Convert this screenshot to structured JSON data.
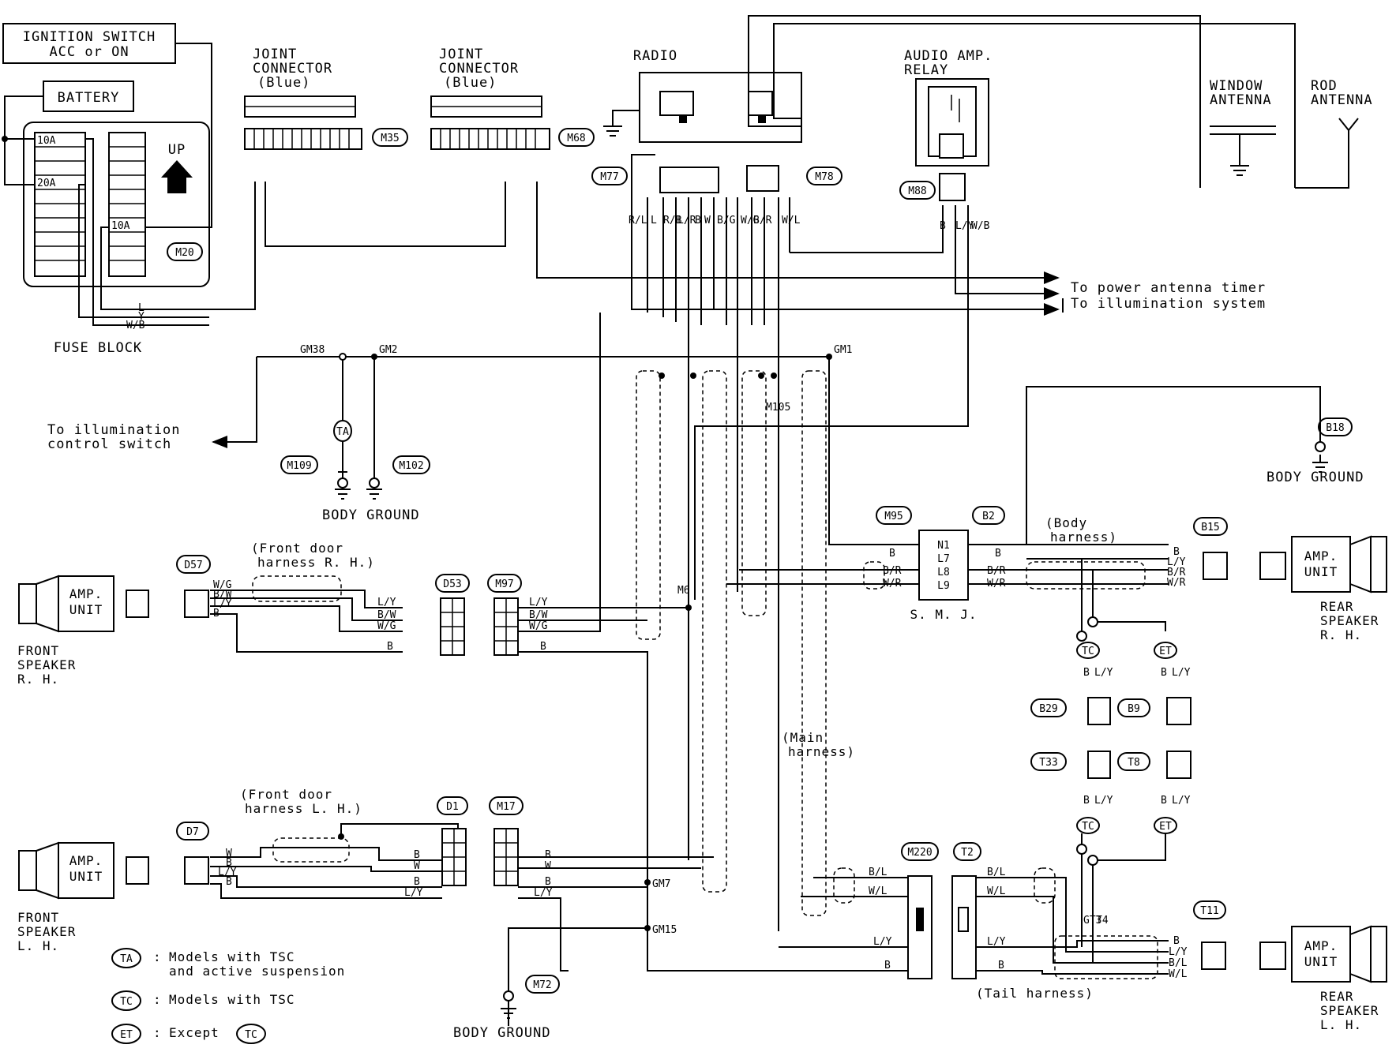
{
  "components": {
    "ignition_switch": [
      "IGNITION SWITCH",
      "ACC or ON"
    ],
    "battery": "BATTERY",
    "fuse_block": "FUSE BLOCK",
    "fuse_10a_1": "10A",
    "fuse_20a": "20A",
    "fuse_10a_2": "10A",
    "up_label": "UP",
    "joint_connector_1": [
      "JOINT",
      "CONNECTOR",
      "(Blue)"
    ],
    "joint_connector_2": [
      "JOINT",
      "CONNECTOR",
      "(Blue)"
    ],
    "radio": "RADIO",
    "audio_amp_relay": [
      "AUDIO AMP.",
      "RELAY"
    ],
    "window_antenna": [
      "WINDOW",
      "ANTENNA"
    ],
    "rod_antenna": [
      "ROD",
      "ANTENNA"
    ],
    "smj": "S. M. J.",
    "front_speaker_rh": [
      "FRONT",
      "SPEAKER",
      "R. H."
    ],
    "front_speaker_lh": [
      "FRONT",
      "SPEAKER",
      "L. H."
    ],
    "rear_speaker_rh": [
      "REAR",
      "SPEAKER",
      "R. H."
    ],
    "rear_speaker_lh": [
      "REAR",
      "SPEAKER",
      "L. H."
    ],
    "amp_unit": [
      "AMP.",
      "UNIT"
    ],
    "body_ground": "BODY GROUND"
  },
  "connectors": {
    "m20": "M20",
    "m35": "M35",
    "m68": "M68",
    "m77": "M77",
    "m78": "M78",
    "m88": "M88",
    "m109": "M109",
    "m102": "M102",
    "d57": "D57",
    "d53": "D53",
    "m97": "M97",
    "m95": "M95",
    "b2": "B2",
    "b15": "B15",
    "b18": "B18",
    "b29": "B29",
    "b9": "B9",
    "t33": "T33",
    "t8": "T8",
    "d7": "D7",
    "d1": "D1",
    "m17": "M17",
    "m220": "M220",
    "t2": "T2",
    "t11": "T11",
    "m72": "M72"
  },
  "grounds": {
    "gm38": "GM38",
    "gm2": "GM2",
    "gm1": "GM1",
    "gm7": "GM7",
    "gm15": "GM15",
    "m6": "M6",
    "m105": "M105",
    "gt3": "GT3",
    "t4": "T4"
  },
  "destinations": {
    "power_antenna": "To power antenna timer",
    "illumination_system": "To illumination system",
    "illumination_control": [
      "To illumination",
      "control switch"
    ]
  },
  "harness_labels": {
    "front_door_rh": [
      "(Front door",
      "harness R. H.)"
    ],
    "front_door_lh": [
      "(Front door",
      "harness L. H.)"
    ],
    "body": [
      "(Body",
      "harness)"
    ],
    "main": [
      "(Main",
      "harness)"
    ],
    "tail": "(Tail harness)"
  },
  "smj_pins": [
    "N1",
    "L7",
    "L8",
    "L9"
  ],
  "wire_colors": {
    "l": "L",
    "y": "Y",
    "wb": "W/B",
    "b": "B",
    "ly": "L/Y",
    "bw": "B/W",
    "wg": "W/G",
    "w": "W",
    "br": "B/R",
    "wr": "W/R",
    "bl": "B/L",
    "wl": "W/L",
    "rl": "R/L",
    "rb": "R/B",
    "lr": "L/R",
    "bg": "B/G"
  },
  "legend": {
    "ta_code": "TA",
    "ta_text": [
      "Models with TSC",
      "and active suspension"
    ],
    "tc_code": "TC",
    "tc_text": "Models with TSC",
    "et_code": "ET",
    "et_text": "Except",
    "et_ref": "TC"
  }
}
